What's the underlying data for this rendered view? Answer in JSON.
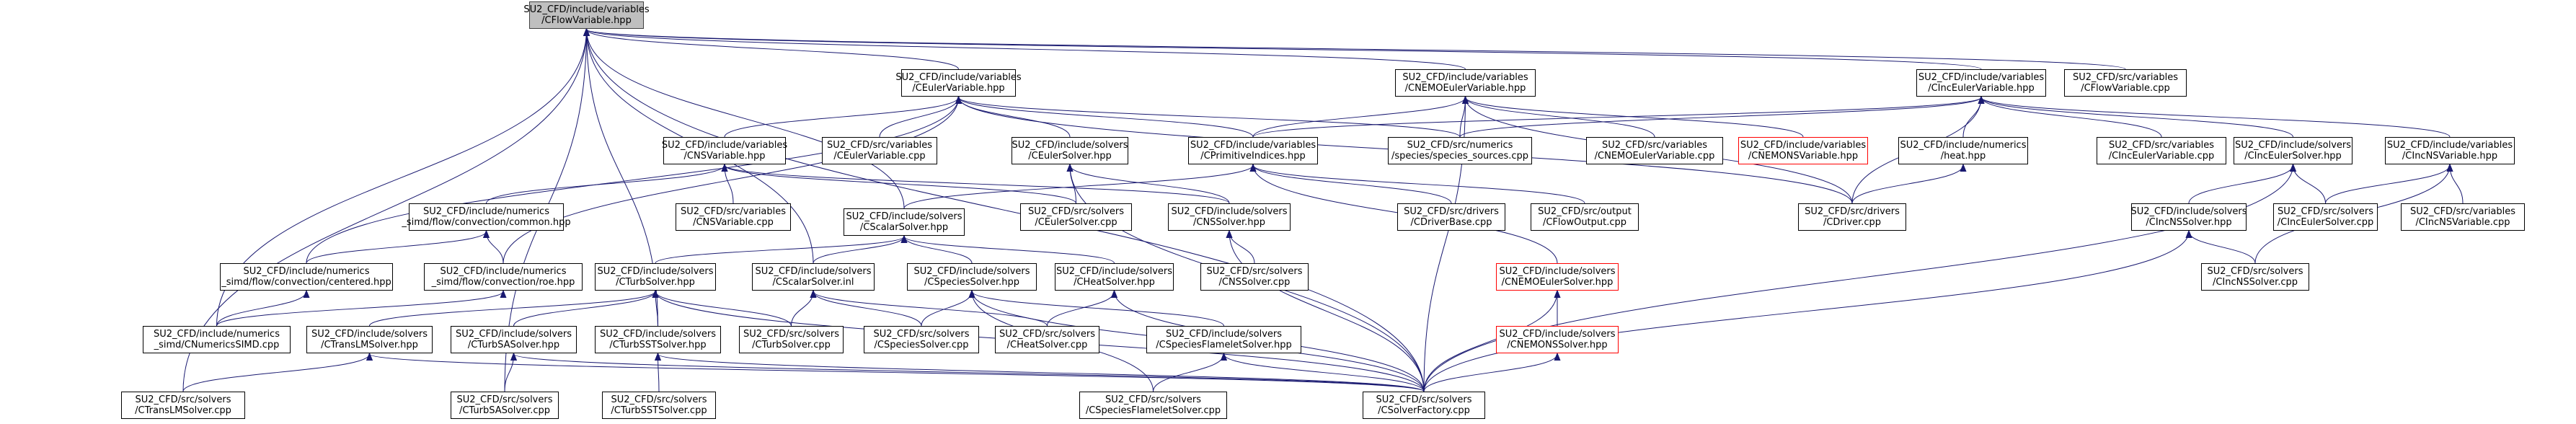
{
  "graph": {
    "edge_color": "#191970",
    "node_border": "#000000",
    "root_fill": "#bfbfbf",
    "undocumented_border": "#ff0000",
    "nodes": [
      {
        "id": "root",
        "lines": [
          "SU2_CFD/include/variables",
          "/CFlowVariable.hpp"
        ]
      },
      {
        "id": "euler_var",
        "lines": [
          "SU2_CFD/include/variables",
          "/CEulerVariable.hpp"
        ]
      },
      {
        "id": "nemo_euler_var",
        "lines": [
          "SU2_CFD/include/variables",
          "/CNEMOEulerVariable.hpp"
        ]
      },
      {
        "id": "inc_euler_var",
        "lines": [
          "SU2_CFD/include/variables",
          "/CIncEulerVariable.hpp"
        ]
      },
      {
        "id": "flow_var_cpp",
        "lines": [
          "SU2_CFD/src/variables",
          "/CFlowVariable.cpp"
        ]
      },
      {
        "id": "ns_var",
        "lines": [
          "SU2_CFD/include/variables",
          "/CNSVariable.hpp"
        ]
      },
      {
        "id": "euler_var_cpp",
        "lines": [
          "SU2_CFD/src/variables",
          "/CEulerVariable.cpp"
        ]
      },
      {
        "id": "euler_solver",
        "lines": [
          "SU2_CFD/include/solvers",
          "/CEulerSolver.hpp"
        ]
      },
      {
        "id": "prim_indices",
        "lines": [
          "SU2_CFD/include/variables",
          "/CPrimitiveIndices.hpp"
        ]
      },
      {
        "id": "species_sources",
        "lines": [
          "SU2_CFD/src/numerics",
          "/species/species_sources.cpp"
        ]
      },
      {
        "id": "nemo_euler_var_cpp",
        "lines": [
          "SU2_CFD/src/variables",
          "/CNEMOEulerVariable.cpp"
        ]
      },
      {
        "id": "nemo_ns_var",
        "lines": [
          "SU2_CFD/include/variables",
          "/CNEMONSVariable.hpp"
        ]
      },
      {
        "id": "heat_hpp",
        "lines": [
          "SU2_CFD/include/numerics",
          "/heat.hpp"
        ]
      },
      {
        "id": "inc_euler_var_cpp",
        "lines": [
          "SU2_CFD/src/variables",
          "/CIncEulerVariable.cpp"
        ]
      },
      {
        "id": "inc_euler_solver",
        "lines": [
          "SU2_CFD/include/solvers",
          "/CIncEulerSolver.hpp"
        ]
      },
      {
        "id": "inc_ns_var",
        "lines": [
          "SU2_CFD/include/variables",
          "/CIncNSVariable.hpp"
        ]
      },
      {
        "id": "common_hpp",
        "lines": [
          "SU2_CFD/include/numerics",
          "_simd/flow/convection/common.hpp"
        ]
      },
      {
        "id": "ns_var_cpp",
        "lines": [
          "SU2_CFD/src/variables",
          "/CNSVariable.cpp"
        ]
      },
      {
        "id": "euler_solver_cpp",
        "lines": [
          "SU2_CFD/src/solvers",
          "/CEulerSolver.cpp"
        ]
      },
      {
        "id": "scalar_solver",
        "lines": [
          "SU2_CFD/include/solvers",
          "/CScalarSolver.hpp"
        ]
      },
      {
        "id": "ns_solver",
        "lines": [
          "SU2_CFD/include/solvers",
          "/CNSSolver.hpp"
        ]
      },
      {
        "id": "driver_base",
        "lines": [
          "SU2_CFD/src/drivers",
          "/CDriverBase.cpp"
        ]
      },
      {
        "id": "flow_output",
        "lines": [
          "SU2_CFD/src/output",
          "/CFlowOutput.cpp"
        ]
      },
      {
        "id": "cdriver",
        "lines": [
          "SU2_CFD/src/drivers",
          "/CDriver.cpp"
        ]
      },
      {
        "id": "inc_ns_solver",
        "lines": [
          "SU2_CFD/include/solvers",
          "/CIncNSSolver.hpp"
        ]
      },
      {
        "id": "inc_euler_solver_cpp",
        "lines": [
          "SU2_CFD/src/solvers",
          "/CIncEulerSolver.cpp"
        ]
      },
      {
        "id": "inc_ns_var_cpp",
        "lines": [
          "SU2_CFD/src/variables",
          "/CIncNSVariable.cpp"
        ]
      },
      {
        "id": "centered_hpp",
        "lines": [
          "SU2_CFD/include/numerics",
          "_simd/flow/convection/centered.hpp"
        ]
      },
      {
        "id": "roe_hpp",
        "lines": [
          "SU2_CFD/include/numerics",
          "_simd/flow/convection/roe.hpp"
        ]
      },
      {
        "id": "turb_solver",
        "lines": [
          "SU2_CFD/include/solvers",
          "/CTurbSolver.hpp"
        ]
      },
      {
        "id": "scalar_solver_inl",
        "lines": [
          "SU2_CFD/include/solvers",
          "/CScalarSolver.inl"
        ]
      },
      {
        "id": "species_solver",
        "lines": [
          "SU2_CFD/include/solvers",
          "/CSpeciesSolver.hpp"
        ]
      },
      {
        "id": "heat_solver",
        "lines": [
          "SU2_CFD/include/solvers",
          "/CHeatSolver.hpp"
        ]
      },
      {
        "id": "ns_solver_cpp",
        "lines": [
          "SU2_CFD/src/solvers",
          "/CNSSolver.cpp"
        ]
      },
      {
        "id": "nemo_euler_solver",
        "lines": [
          "SU2_CFD/include/solvers",
          "/CNEMOEulerSolver.hpp"
        ]
      },
      {
        "id": "inc_ns_solver_cpp",
        "lines": [
          "SU2_CFD/src/solvers",
          "/CIncNSSolver.cpp"
        ]
      },
      {
        "id": "numerics_simd",
        "lines": [
          "SU2_CFD/include/numerics",
          "_simd/CNumericsSIMD.cpp"
        ]
      },
      {
        "id": "trans_lm_solver",
        "lines": [
          "SU2_CFD/include/solvers",
          "/CTransLMSolver.hpp"
        ]
      },
      {
        "id": "turb_sa_solver",
        "lines": [
          "SU2_CFD/include/solvers",
          "/CTurbSASolver.hpp"
        ]
      },
      {
        "id": "turb_sst_solver",
        "lines": [
          "SU2_CFD/include/solvers",
          "/CTurbSSTSolver.hpp"
        ]
      },
      {
        "id": "turb_solver_cpp",
        "lines": [
          "SU2_CFD/src/solvers",
          "/CTurbSolver.cpp"
        ]
      },
      {
        "id": "species_solver_cpp",
        "lines": [
          "SU2_CFD/src/solvers",
          "/CSpeciesSolver.cpp"
        ]
      },
      {
        "id": "heat_solver_cpp",
        "lines": [
          "SU2_CFD/src/solvers",
          "/CHeatSolver.cpp"
        ]
      },
      {
        "id": "species_flamelet_solver",
        "lines": [
          "SU2_CFD/include/solvers",
          "/CSpeciesFlameletSolver.hpp"
        ]
      },
      {
        "id": "nemo_ns_solver",
        "lines": [
          "SU2_CFD/include/solvers",
          "/CNEMONSSolver.hpp"
        ]
      },
      {
        "id": "trans_lm_solver_cpp",
        "lines": [
          "SU2_CFD/src/solvers",
          "/CTransLMSolver.cpp"
        ]
      },
      {
        "id": "turb_sa_solver_cpp",
        "lines": [
          "SU2_CFD/src/solvers",
          "/CTurbSASolver.cpp"
        ]
      },
      {
        "id": "turb_sst_solver_cpp",
        "lines": [
          "SU2_CFD/src/solvers",
          "/CTurbSSTSolver.cpp"
        ]
      },
      {
        "id": "species_flamelet_solver_cpp",
        "lines": [
          "SU2_CFD/src/solvers",
          "/CSpeciesFlameletSolver.cpp"
        ]
      },
      {
        "id": "solver_factory",
        "lines": [
          "SU2_CFD/src/solvers",
          "/CSolverFactory.cpp"
        ]
      }
    ],
    "edges": [
      [
        "euler_var",
        "root"
      ],
      [
        "nemo_euler_var",
        "root"
      ],
      [
        "inc_euler_var",
        "root"
      ],
      [
        "flow_var_cpp",
        "root"
      ],
      [
        "scalar_solver",
        "root"
      ],
      [
        "scalar_solver_inl",
        "root"
      ],
      [
        "trans_lm_solver_cpp",
        "root"
      ],
      [
        "turb_sa_solver_cpp",
        "root"
      ],
      [
        "turb_sst_solver",
        "root"
      ],
      [
        "numerics_simd",
        "root"
      ],
      [
        "solver_factory",
        "root"
      ],
      [
        "ns_var",
        "euler_var"
      ],
      [
        "euler_var_cpp",
        "euler_var"
      ],
      [
        "euler_solver",
        "euler_var"
      ],
      [
        "prim_indices",
        "euler_var"
      ],
      [
        "species_sources",
        "euler_var"
      ],
      [
        "cdriver",
        "euler_var"
      ],
      [
        "centered_hpp",
        "euler_var"
      ],
      [
        "roe_hpp",
        "euler_var"
      ],
      [
        "prim_indices",
        "nemo_euler_var"
      ],
      [
        "species_sources",
        "nemo_euler_var"
      ],
      [
        "nemo_euler_var_cpp",
        "nemo_euler_var"
      ],
      [
        "nemo_ns_var",
        "nemo_euler_var"
      ],
      [
        "cdriver",
        "nemo_euler_var"
      ],
      [
        "solver_factory",
        "nemo_euler_var"
      ],
      [
        "prim_indices",
        "inc_euler_var"
      ],
      [
        "species_sources",
        "inc_euler_var"
      ],
      [
        "heat_hpp",
        "inc_euler_var"
      ],
      [
        "inc_euler_var_cpp",
        "inc_euler_var"
      ],
      [
        "inc_euler_solver",
        "inc_euler_var"
      ],
      [
        "inc_ns_var",
        "inc_euler_var"
      ],
      [
        "cdriver",
        "inc_euler_var"
      ],
      [
        "common_hpp",
        "ns_var"
      ],
      [
        "ns_var_cpp",
        "ns_var"
      ],
      [
        "euler_solver_cpp",
        "ns_var"
      ],
      [
        "ns_solver",
        "ns_var"
      ],
      [
        "centered_hpp",
        "common_hpp"
      ],
      [
        "roe_hpp",
        "common_hpp"
      ],
      [
        "numerics_simd",
        "centered_hpp"
      ],
      [
        "numerics_simd",
        "roe_hpp"
      ],
      [
        "euler_solver_cpp",
        "euler_solver"
      ],
      [
        "ns_solver",
        "euler_solver"
      ],
      [
        "solver_factory",
        "euler_solver"
      ],
      [
        "scalar_solver",
        "prim_indices"
      ],
      [
        "driver_base",
        "prim_indices"
      ],
      [
        "flow_output",
        "prim_indices"
      ],
      [
        "nemo_euler_solver",
        "prim_indices"
      ],
      [
        "cdriver",
        "heat_hpp"
      ],
      [
        "inc_ns_solver",
        "inc_euler_solver"
      ],
      [
        "inc_euler_solver_cpp",
        "inc_euler_solver"
      ],
      [
        "solver_factory",
        "inc_euler_solver"
      ],
      [
        "inc_ns_var_cpp",
        "inc_ns_var"
      ],
      [
        "inc_euler_solver_cpp",
        "inc_ns_var"
      ],
      [
        "inc_ns_solver_cpp",
        "inc_ns_var"
      ],
      [
        "inc_ns_solver_cpp",
        "inc_ns_solver"
      ],
      [
        "solver_factory",
        "inc_ns_solver"
      ],
      [
        "ns_solver_cpp",
        "ns_solver"
      ],
      [
        "solver_factory",
        "ns_solver"
      ],
      [
        "turb_solver",
        "scalar_solver"
      ],
      [
        "scalar_solver_inl",
        "scalar_solver"
      ],
      [
        "species_solver",
        "scalar_solver"
      ],
      [
        "heat_solver",
        "scalar_solver"
      ],
      [
        "trans_lm_solver",
        "turb_solver"
      ],
      [
        "turb_sa_solver",
        "turb_solver"
      ],
      [
        "turb_sst_solver",
        "turb_solver"
      ],
      [
        "turb_solver_cpp",
        "turb_solver"
      ],
      [
        "solver_factory",
        "turb_solver"
      ],
      [
        "turb_solver_cpp",
        "scalar_solver_inl"
      ],
      [
        "species_solver_cpp",
        "scalar_solver_inl"
      ],
      [
        "heat_solver_cpp",
        "scalar_solver_inl"
      ],
      [
        "species_solver_cpp",
        "species_solver"
      ],
      [
        "species_flamelet_solver",
        "species_solver"
      ],
      [
        "species_flamelet_solver_cpp",
        "species_solver"
      ],
      [
        "solver_factory",
        "species_solver"
      ],
      [
        "heat_solver_cpp",
        "heat_solver"
      ],
      [
        "solver_factory",
        "heat_solver"
      ],
      [
        "nemo_ns_solver",
        "nemo_euler_solver"
      ],
      [
        "solver_factory",
        "nemo_euler_solver"
      ],
      [
        "solver_factory",
        "nemo_ns_solver"
      ],
      [
        "species_flamelet_solver_cpp",
        "species_flamelet_solver"
      ],
      [
        "solver_factory",
        "species_flamelet_solver"
      ],
      [
        "trans_lm_solver_cpp",
        "trans_lm_solver"
      ],
      [
        "solver_factory",
        "trans_lm_solver"
      ],
      [
        "turb_sa_solver_cpp",
        "turb_sa_solver"
      ],
      [
        "solver_factory",
        "turb_sa_solver"
      ],
      [
        "turb_sst_solver_cpp",
        "turb_sst_solver"
      ],
      [
        "solver_factory",
        "turb_sst_solver"
      ]
    ]
  }
}
